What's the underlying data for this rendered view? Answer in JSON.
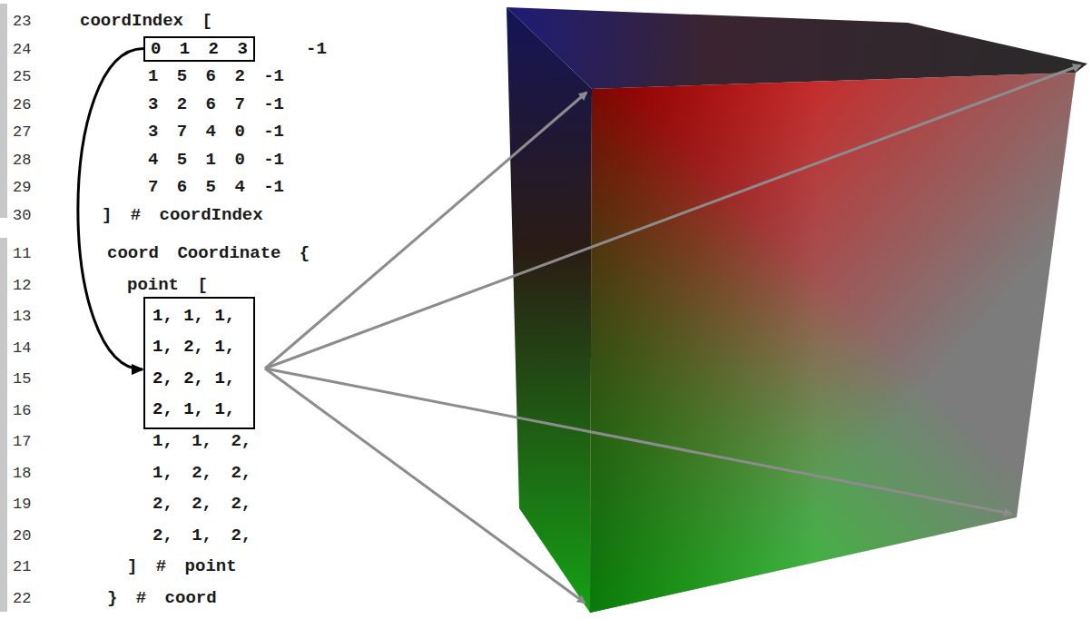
{
  "diagram": {
    "nodes": [
      {
        "text": [
          "0 1 2 3"
        ]
      },
      {
        "text": [
          "1, 1, 1,",
          "1, 2, 1,",
          "2, 2, 1,",
          "2, 1, 1,"
        ]
      }
    ],
    "edges": [
      {
        "from": 0,
        "to": 1,
        "arrow": "to"
      }
    ],
    "labels": [
      "23",
      "coordIndex [",
      "24",
      "-1",
      "25",
      "1 5 6 2 -1",
      "26",
      "3 2 6 7 -1",
      "27",
      "3 7 4 0 -1",
      "28",
      "4 5 1 0 -1",
      "29",
      "7 6 5 4 -1",
      "30",
      "] # coordIndex",
      "11",
      "coord Coordinate {",
      "12",
      "point [",
      "13",
      "14",
      "15",
      "16",
      "17",
      "1, 1, 2,",
      "18",
      "1, 2, 2,",
      "19",
      "2, 2, 2,",
      "20",
      "2, 1, 2,",
      "21",
      "] # point",
      "22",
      "} # coord"
    ]
  }
}
